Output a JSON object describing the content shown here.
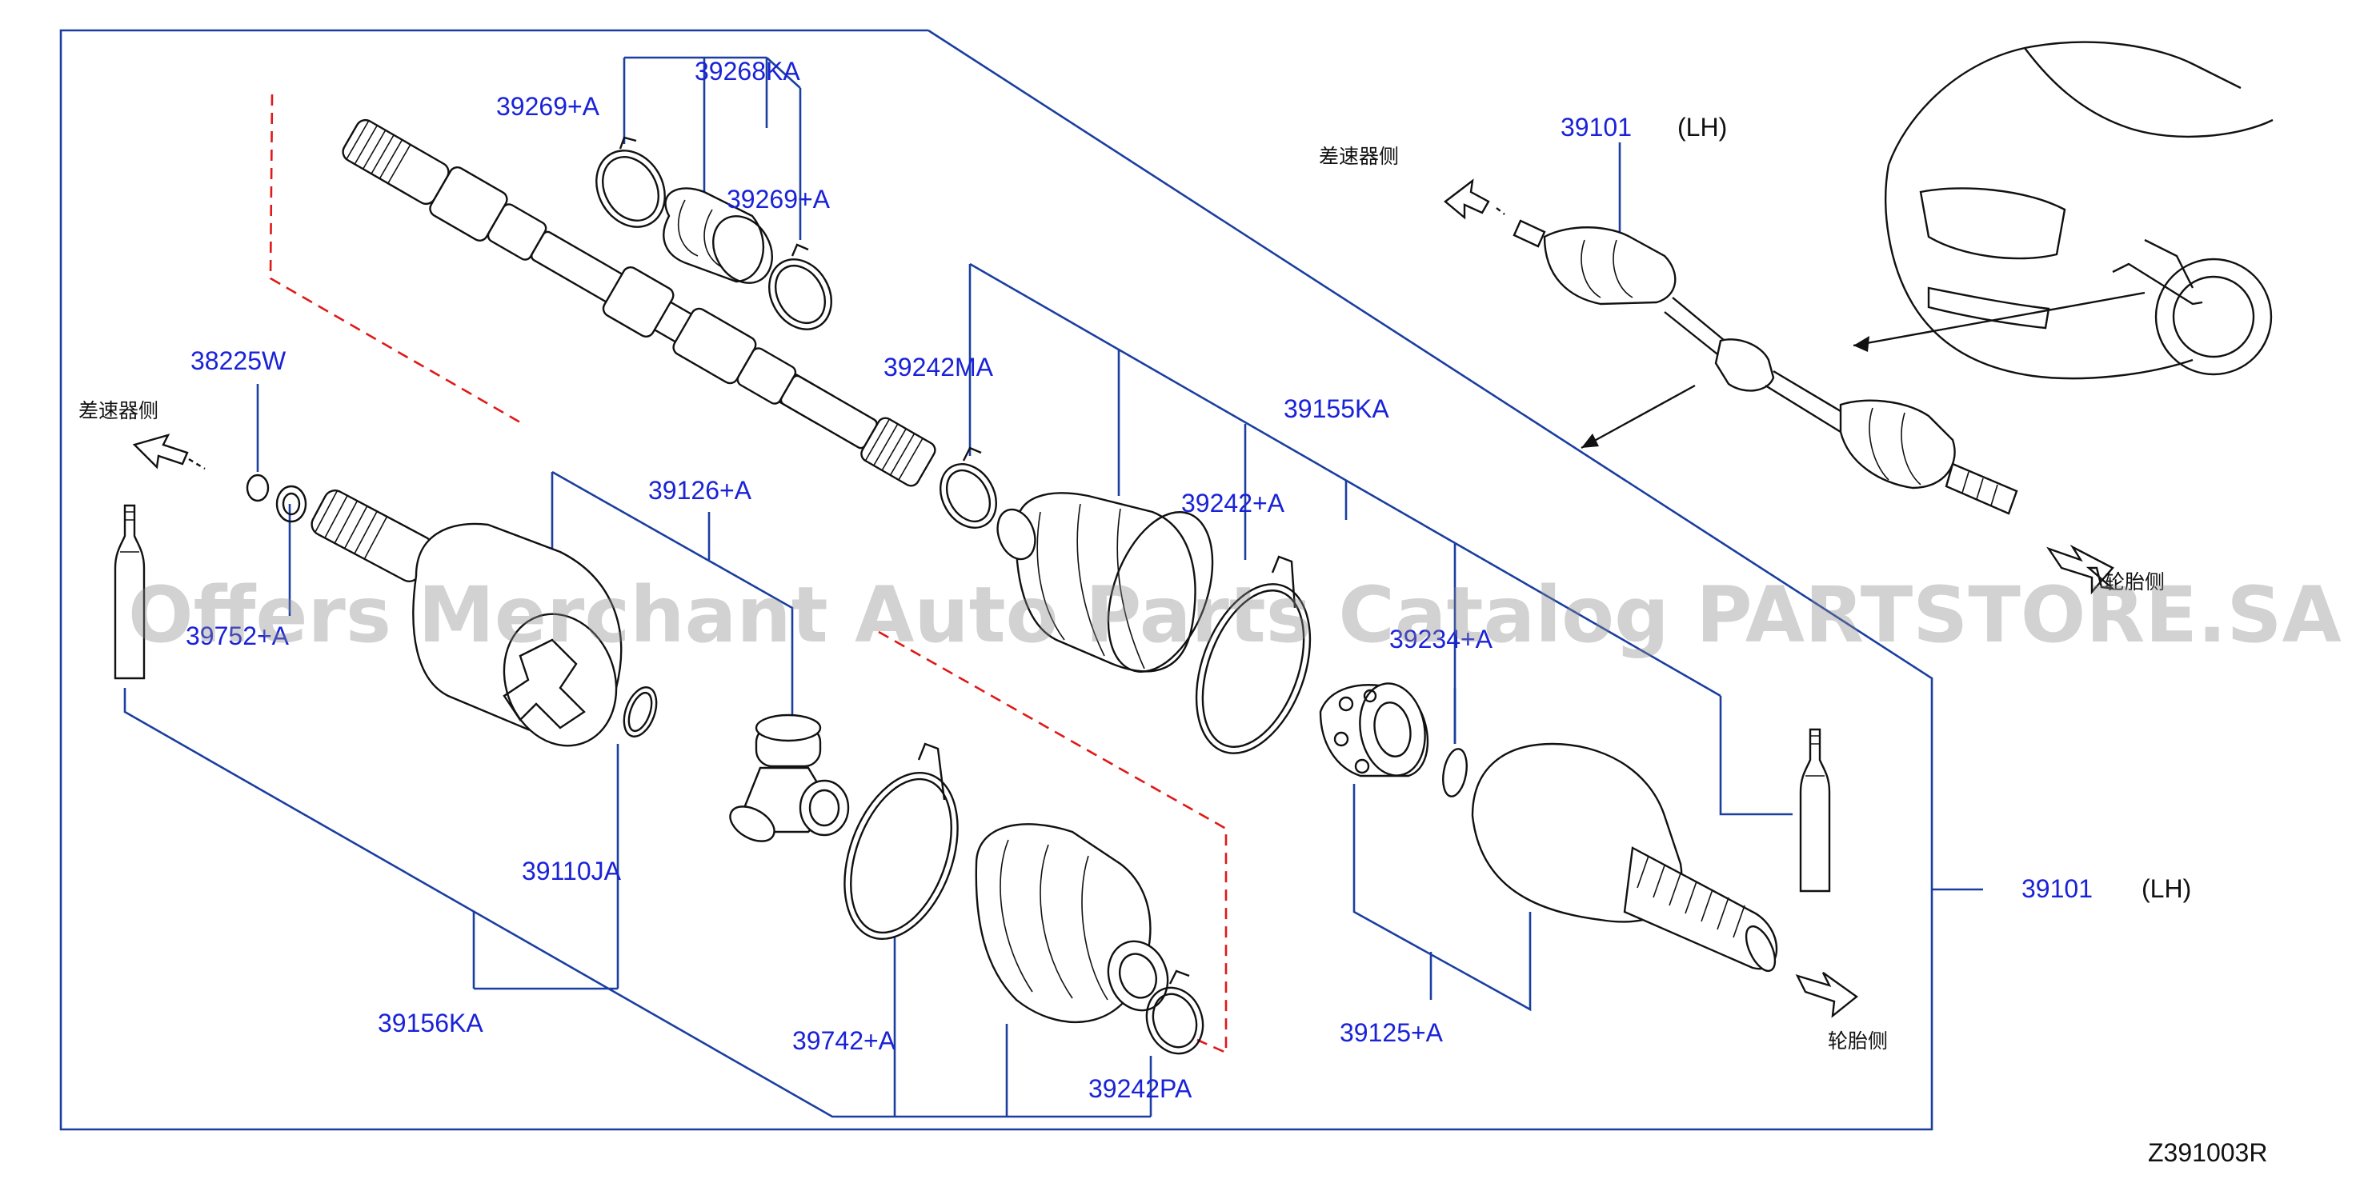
{
  "labels": {
    "p39269a_top": "39269+A",
    "p39268ka": "39268KA",
    "p39269a_mid": "39269+A",
    "p38225w": "38225W",
    "p39242ma": "39242MA",
    "p39101_lh_top": "39101",
    "lh_top": "(LH)",
    "p39155ka": "39155KA",
    "p39126a": "39126+A",
    "p39242a": "39242+A",
    "p39752a": "39752+A",
    "p39234a": "39234+A",
    "p39110ja": "39110JA",
    "p39101_lh_right": "39101",
    "lh_right": "(LH)",
    "p39156ka": "39156KA",
    "p39742a": "39742+A",
    "p39125a": "39125+A",
    "p39242pa": "39242PA",
    "diff_side_top": "差速器侧",
    "diff_side_left": "差速器侧",
    "wheel_side_right": "轮胎侧",
    "wheel_side_bottom": "轮胎侧",
    "diagram_code": "Z391003R",
    "watermark": "Offers Merchant Auto Parts Catalog PARTSTORE.SA"
  },
  "colors": {
    "part_number": "#1a22d8",
    "leader_line": "#1b3fa0",
    "assembly_group_dash": "#e01818",
    "drawing": "#111111"
  },
  "icons": {
    "direction_arrow": "hollow-arrow-icon",
    "car": "vehicle-front-icon"
  }
}
